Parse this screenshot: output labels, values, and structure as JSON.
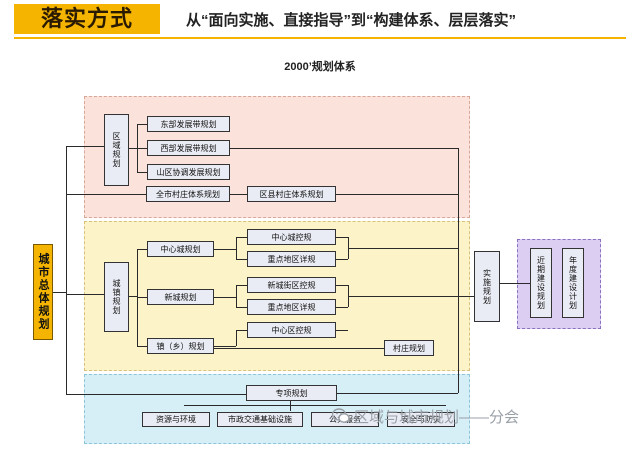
{
  "header": {
    "badge": "落实方式",
    "title": "从“面向实施、直接指导”到“构建体系、层层落实”"
  },
  "diagram": {
    "title": "2000’规划体系",
    "master": "城市总体规划",
    "regional": {
      "group": "区域规划",
      "items": [
        "东部发展带规划",
        "西部发展带规划",
        "山区协调发展规划"
      ]
    },
    "village_system": {
      "city": "全市村庄体系规划",
      "district": "区县村庄体系规划"
    },
    "town": {
      "group": "城镇规划",
      "central": "中心城规划",
      "new": "新城规划",
      "township": "镇（乡）规划",
      "central_reg": "中心城控规",
      "central_key": "重点地区详规",
      "newtown_reg": "新城街区控规",
      "newtown_key": "重点地区详规",
      "center_reg": "中心区控规",
      "village_plan": "村庄规划"
    },
    "specialized": {
      "title": "专项规划",
      "items": [
        "资源与环境",
        "市政交通基础设施",
        "公共服务",
        "安全与防灾"
      ]
    },
    "implementation": "实施规划",
    "construction": {
      "items": [
        "近期建设规划",
        "年度建设计划"
      ]
    },
    "watermark": "区域与城市规划——分会"
  },
  "colors": {
    "accent": "#f4b400",
    "regional_zone": "#fbe2da",
    "town_zone": "#fdf3c8",
    "special_zone": "#d6eef6",
    "construction_zone": "#dccdf2"
  }
}
